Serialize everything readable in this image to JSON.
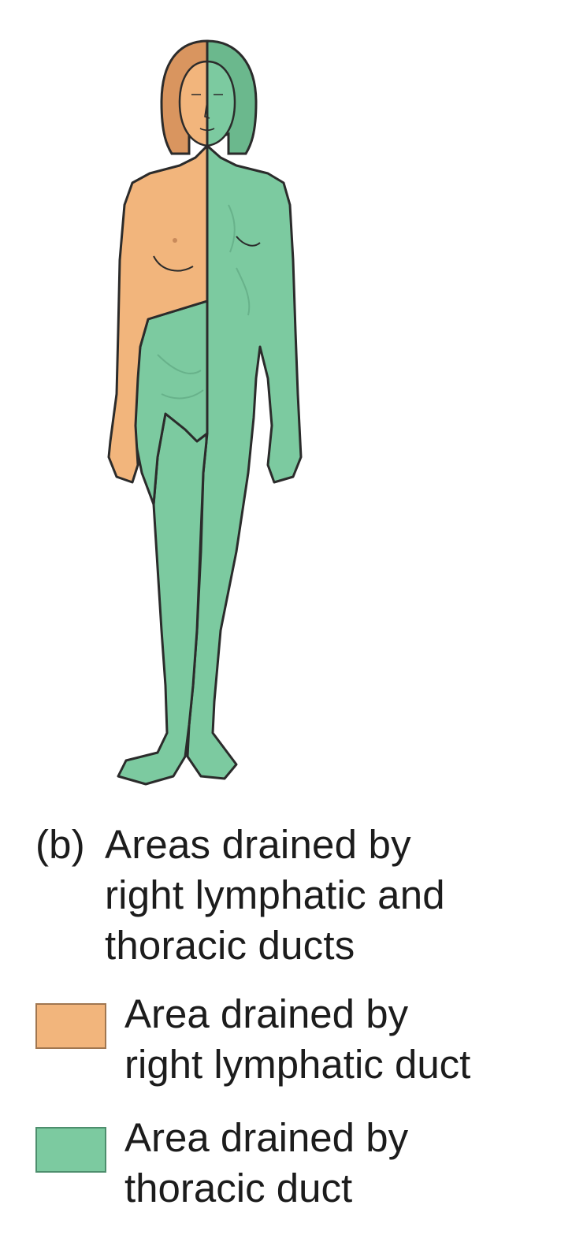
{
  "figure": {
    "caption_label": "(b)",
    "caption_lines": [
      "Areas drained by",
      "right lymphatic and",
      "thoracic ducts"
    ]
  },
  "legend": [
    {
      "color": "#f2b57c",
      "lines": [
        "Area drained by",
        "right lymphatic duct"
      ]
    },
    {
      "color": "#7ccaa0",
      "lines": [
        "Area drained by",
        "thoracic duct"
      ]
    }
  ],
  "colors": {
    "right_lymphatic": "#f2b57c",
    "thoracic": "#7ccaa0",
    "outline": "#2b2b2b"
  }
}
